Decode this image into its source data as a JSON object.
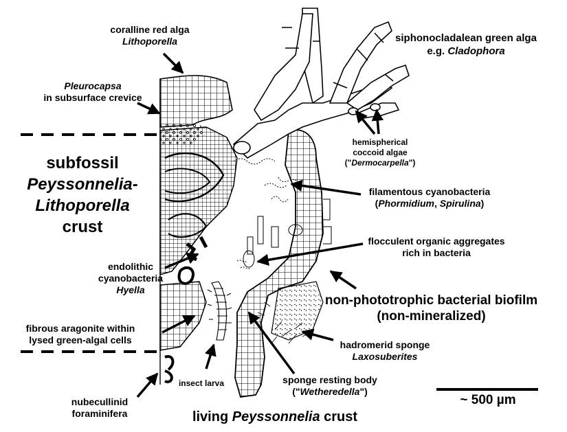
{
  "labels": {
    "coralline": {
      "line1": "coralline red alga",
      "line2": "Lithoporella"
    },
    "pleurocapsa": {
      "line1": "Pleurocapsa",
      "line2": "in subsurface crevice"
    },
    "siphono": {
      "line1": "siphonocladalean green alga",
      "line2_pre": "e.g. ",
      "line2_it": "Cladophora"
    },
    "subfossil": {
      "line1": "subfossil",
      "line2": "Peyssonnelia-",
      "line3": "Lithoporella",
      "line4": "crust"
    },
    "coccoid": {
      "line1": "hemispherical",
      "line2": "coccoid algae",
      "line3_pre": "(\"",
      "line3_it": "Dermocarpella",
      "line3_post": "\")"
    },
    "filamentous": {
      "line1": "filamentous cyanobacteria",
      "line2_pre": "(",
      "line2_it1": "Phormidium",
      "line2_mid": ", ",
      "line2_it2": "Spirulina",
      "line2_post": ")"
    },
    "flocculent": {
      "line1": "flocculent organic aggregates",
      "line2": "rich in bacteria"
    },
    "endolithic": {
      "line1": "endolithic",
      "line2": "cyanobacteria",
      "line3": "Hyella"
    },
    "biofilm": {
      "line1": "non-phototrophic bacterial biofilm",
      "line2": "(non-mineralized)"
    },
    "fibrous": {
      "line1": "fibrous aragonite within",
      "line2": "lysed green-algal cells"
    },
    "sponge": {
      "line1": "hadromerid sponge",
      "line2": "Laxosuberites"
    },
    "resting": {
      "line1": "sponge resting body",
      "line2_pre": "(\"",
      "line2_it": "Wetheredella",
      "line2_post": "\")"
    },
    "insect": {
      "text": "insect larva"
    },
    "nubecullinid": {
      "line1": "nubecullinid",
      "line2": "foraminifera"
    },
    "living": {
      "pre": "living ",
      "it": "Peyssonnelia",
      "post": " crust"
    },
    "scale": {
      "text": "~ 500 µm"
    }
  },
  "colors": {
    "ink": "#000000",
    "background": "#ffffff"
  }
}
